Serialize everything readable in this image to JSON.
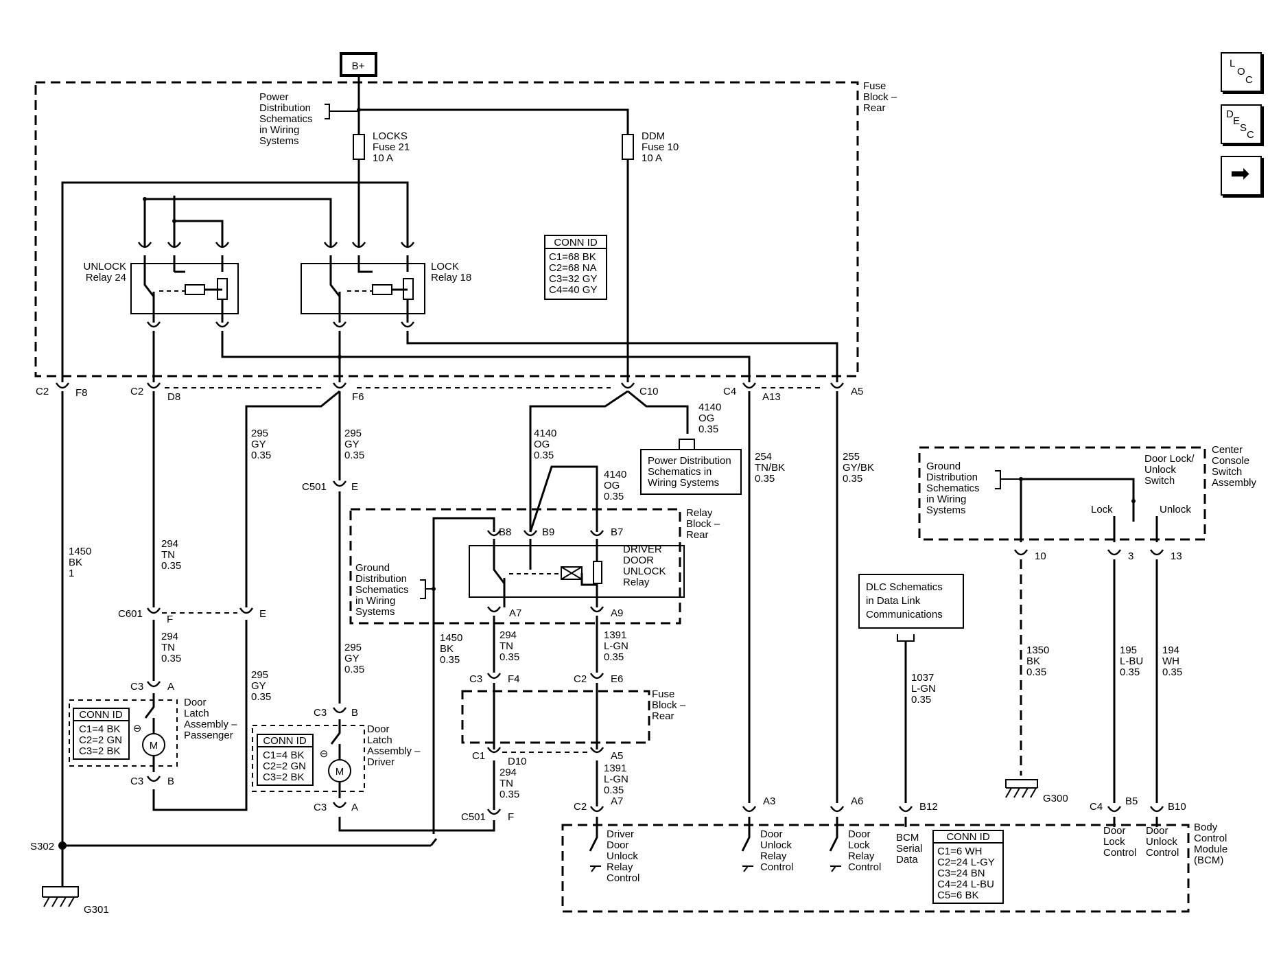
{
  "nav": {
    "loc": [
      "L",
      "O",
      "C"
    ],
    "desc": [
      "D",
      "E",
      "S",
      "C"
    ],
    "next_glyph": "➡"
  },
  "power": {
    "bplus": "B+",
    "power_distribution": [
      "Power",
      "Distribution",
      "Schematics",
      "in Wiring",
      "Systems"
    ],
    "fuse_block_rear": [
      "Fuse",
      "Block –",
      "Rear"
    ]
  },
  "fuses": {
    "locks": [
      "LOCKS",
      "Fuse 21",
      "10 A"
    ],
    "ddm": [
      "DDM",
      "Fuse 10",
      "10 A"
    ]
  },
  "relays": {
    "unlock": [
      "UNLOCK",
      "Relay 24"
    ],
    "lock": [
      "LOCK",
      "Relay 18"
    ]
  },
  "conn_fuse_block": {
    "title": "CONN ID",
    "rows": [
      "C1=68 BK",
      "C2=68 NA",
      "C3=32 GY",
      "C4=40 GY"
    ]
  },
  "connectors": {
    "c2_f8": [
      "C2",
      "F8"
    ],
    "c2_d8": [
      "C2",
      "D8"
    ],
    "f6": "F6",
    "c10": "C10",
    "c4_a13": [
      "C4",
      "A13"
    ],
    "a5": "A5",
    "c501_e": [
      "C501",
      "E"
    ],
    "c601_f": [
      "C601",
      "F"
    ],
    "e": "E",
    "c3_a_pass": [
      "C3",
      "A"
    ],
    "c3_b_pass": [
      "C3",
      "B"
    ],
    "c3_b_drv": [
      "C3",
      "B"
    ],
    "c3_a_drv": [
      "C3",
      "A"
    ],
    "b8": "B8",
    "b9": "B9",
    "b7": "B7",
    "a7": "A7",
    "a9": "A9",
    "c3_f4": [
      "C3",
      "F4"
    ],
    "c2_e6": [
      "C2",
      "E6"
    ],
    "c1_d10": [
      "C1",
      "D10"
    ],
    "a5_lower": "A5",
    "c501_f": [
      "C501",
      "F"
    ],
    "c2_a7": [
      "C2",
      "A7"
    ],
    "a3": "A3",
    "a6": "A6",
    "b12": "B12",
    "c4_b5": [
      "C4",
      "B5"
    ],
    "b10": "B10",
    "s302": "S302",
    "p10": "10",
    "p3": "3",
    "p13": "13"
  },
  "wires": {
    "w1450_bk_1": [
      "1450",
      "BK",
      "1"
    ],
    "w294_tn_1": [
      "294",
      "TN",
      "0.35"
    ],
    "w295_gy_1": [
      "295",
      "GY",
      "0.35"
    ],
    "w295_gy_2": [
      "295",
      "GY",
      "0.35"
    ],
    "w294_tn_2": [
      "294",
      "TN",
      "0.35"
    ],
    "w295_gy_3": [
      "295",
      "GY",
      "0.35"
    ],
    "w295_gy_4": [
      "295",
      "GY",
      "0.35"
    ],
    "w4140_og_1": [
      "4140",
      "OG",
      "0.35"
    ],
    "w4140_og_2": [
      "4140",
      "OG",
      "0.35"
    ],
    "w4140_og_3": [
      "4140",
      "OG",
      "0.35"
    ],
    "w254": [
      "254",
      "TN/BK",
      "0.35"
    ],
    "w255": [
      "255",
      "GY/BK",
      "0.35"
    ],
    "w1450_bk_2": [
      "1450",
      "BK",
      "0.35"
    ],
    "w294_tn_3": [
      "294",
      "TN",
      "0.35"
    ],
    "w1391_1": [
      "1391",
      "L-GN",
      "0.35"
    ],
    "w294_tn_4": [
      "294",
      "TN",
      "0.35"
    ],
    "w1391_2": [
      "1391",
      "L-GN",
      "0.35"
    ],
    "w1037": [
      "1037",
      "L-GN",
      "0.35"
    ],
    "w1350": [
      "1350",
      "BK",
      "0.35"
    ],
    "w195": [
      "195",
      "L-BU",
      "0.35"
    ],
    "w194": [
      "194",
      "WH",
      "0.35"
    ]
  },
  "boxes": {
    "power_dist_lower": [
      "Power Distribution",
      "Schematics in",
      "Wiring Systems"
    ],
    "relay_block_rear": [
      "Relay",
      "Block –",
      "Rear"
    ],
    "ground_dist_relay": [
      "Ground",
      "Distribution",
      "Schematics",
      "in Wiring",
      "Systems"
    ],
    "driver_door_unlock_relay": [
      "DRIVER",
      "DOOR",
      "UNLOCK",
      "Relay"
    ],
    "fuse_block_rear_lower": [
      "Fuse",
      "Block –",
      "Rear"
    ],
    "dlc": [
      "DLC Schematics",
      "in Data Link",
      "Communications"
    ],
    "center_console": [
      "Center",
      "Console",
      "Switch",
      "Assembly"
    ],
    "ground_dist_console": [
      "Ground",
      "Distribution",
      "Schematics",
      "in Wiring",
      "Systems"
    ],
    "door_lock_switch": [
      "Door Lock/",
      "Unlock",
      "Switch"
    ],
    "lock": "Lock",
    "unlock": "Unlock"
  },
  "door_latch_passenger": {
    "label": [
      "Door",
      "Latch",
      "Assembly –",
      "Passenger"
    ],
    "conn_title": "CONN ID",
    "conn_rows": [
      "C1=4 BK",
      "C2=2 GN",
      "C3=2 BK"
    ],
    "motor": "M",
    "polarity": "⊖"
  },
  "door_latch_driver": {
    "label": [
      "Door",
      "Latch",
      "Assembly –",
      "Driver"
    ],
    "conn_title": "CONN ID",
    "conn_rows": [
      "C1=4 BK",
      "C2=2 GN",
      "C3=2 BK"
    ],
    "motor": "M",
    "polarity": "⊖"
  },
  "bcm": {
    "label": [
      "Body",
      "Control",
      "Module",
      "(BCM)"
    ],
    "driver_door_unlock": [
      "Driver",
      "Door",
      "Unlock",
      "Relay",
      "Control"
    ],
    "door_unlock_relay": [
      "Door",
      "Unlock",
      "Relay",
      "Control"
    ],
    "door_lock_relay": [
      "Door",
      "Lock",
      "Relay",
      "Control"
    ],
    "serial": [
      "BCM",
      "Serial",
      "Data"
    ],
    "door_lock_ctrl": [
      "Door",
      "Lock",
      "Control"
    ],
    "door_unlock_ctrl": [
      "Door",
      "Unlock",
      "Control"
    ],
    "conn_title": "CONN ID",
    "conn_rows": [
      "C1=6 WH",
      "C2=24 L-GY",
      "C3=24 BN",
      "C4=24 L-BU",
      "C5=6 BK"
    ]
  },
  "grounds": {
    "g301": "G301",
    "g300": "G300"
  }
}
